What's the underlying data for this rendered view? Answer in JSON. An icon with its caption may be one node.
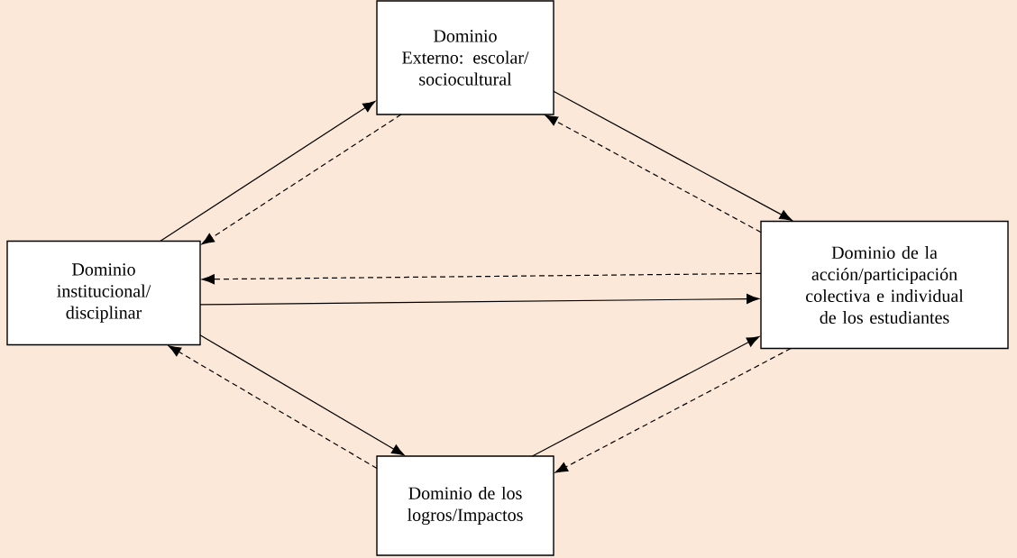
{
  "diagram": {
    "nodes": [
      {
        "text": [
          "Dominio Externo: escolar/ sociocultural"
        ]
      },
      {
        "text": [
          "Dominio institucional/ disciplinar"
        ]
      },
      {
        "text": [
          "Dominio de la acción/participación colectiva e individual de los estudiantes"
        ]
      },
      {
        "text": [
          "Dominio de los logros/Impactos"
        ]
      }
    ],
    "edges": [
      {
        "from": 1,
        "to": 0,
        "arrow": "to"
      },
      {
        "from": 0,
        "to": 1,
        "arrow": "to",
        "style": "dashed"
      },
      {
        "from": 0,
        "to": 2,
        "arrow": "to"
      },
      {
        "from": 2,
        "to": 0,
        "arrow": "to",
        "style": "dashed"
      },
      {
        "from": 2,
        "to": 1,
        "arrow": "to",
        "style": "dashed"
      },
      {
        "from": 1,
        "to": 2,
        "arrow": "to"
      },
      {
        "from": 1,
        "to": 3,
        "arrow": "to"
      },
      {
        "from": 3,
        "to": 1,
        "arrow": "to",
        "style": "dashed"
      },
      {
        "from": 3,
        "to": 2,
        "arrow": "to"
      },
      {
        "from": 2,
        "to": 3,
        "arrow": "to",
        "style": "dashed"
      }
    ]
  }
}
